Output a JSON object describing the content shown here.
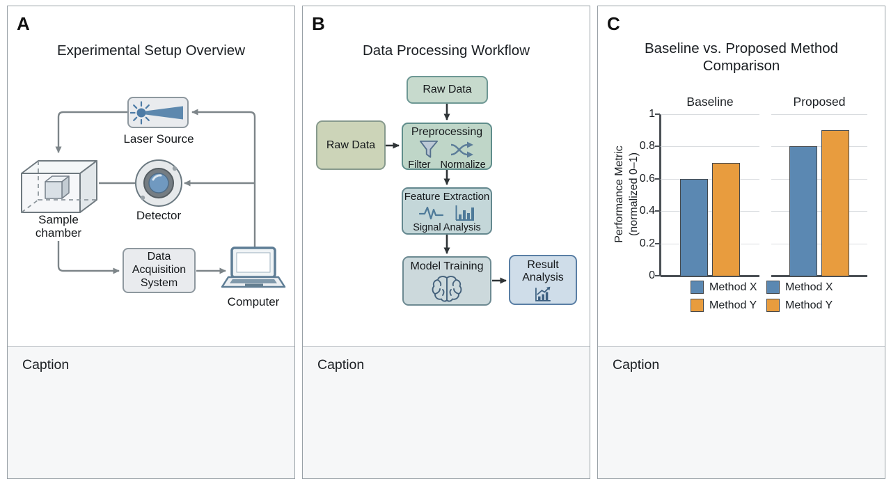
{
  "panels": {
    "a": {
      "label": "A",
      "title": "Experimental Setup Overview",
      "caption": "Caption",
      "nodes": {
        "laser_label": "Laser Source",
        "chamber_label": "Sample chamber",
        "detector_label": "Detector",
        "das_label": "Data Acquisition System",
        "computer_label": "Computer"
      },
      "icons": [
        "laser-beam-icon",
        "sample-chamber-icon",
        "detector-lens-icon",
        "laptop-icon"
      ]
    },
    "b": {
      "label": "B",
      "title": "Data Processing Workflow",
      "caption": "Caption",
      "nodes": {
        "raw_top": "Raw Data",
        "raw_left": "Raw Data",
        "preprocessing_title": "Preprocessing",
        "filter_label": "Filter",
        "normalize_label": "Normalize",
        "feature_title": "Feature Extraction",
        "signal_label": "Signal Analysis",
        "model_title": "Model Training",
        "result_title": "Result Analysis"
      },
      "icons": [
        "funnel-icon",
        "shuffle-icon",
        "waveform-icon",
        "mini-bar-chart-icon",
        "brain-icon",
        "trend-chart-icon"
      ]
    },
    "c": {
      "label": "C",
      "caption": "Caption"
    }
  },
  "chart_data": {
    "type": "bar",
    "title": "Baseline vs. Proposed Method Comparison",
    "title_lines": [
      "Baseline vs. Proposed Method",
      "Comparison"
    ],
    "groups": [
      "Baseline",
      "Proposed"
    ],
    "series": [
      {
        "name": "Method X",
        "color": "#5b88b2",
        "values": [
          0.6,
          0.8
        ]
      },
      {
        "name": "Method Y",
        "color": "#e89c3e",
        "values": [
          0.7,
          0.9
        ]
      }
    ],
    "ylabel": "Performance Metric (normalized 0–1)",
    "ylabel_lines": [
      "Performance Metric",
      "(normalized 0–1)"
    ],
    "ylim": [
      0,
      1
    ],
    "yticks": [
      0,
      0.2,
      0.4,
      0.6,
      0.8,
      1
    ],
    "grid": true,
    "legend_position": "below-each-group"
  },
  "colors": {
    "panel_border": "#98a0a6",
    "caption_bg": "#f6f7f8",
    "arrow_gray": "#7d8589",
    "arrow_dark": "#2f3437",
    "node_gray_fill": "#e9ebee",
    "node_gray_border": "#8e989f",
    "raw_top_fill": "#c7dacd",
    "raw_left_fill": "#ccd4b8",
    "preprocessing_fill": "#bfd6c8",
    "feature_fill": "#c4d7d9",
    "model_fill": "#ccd9dc",
    "result_fill": "#cfdde9",
    "bar_blue": "#5b88b2",
    "bar_orange": "#e89c3e"
  }
}
